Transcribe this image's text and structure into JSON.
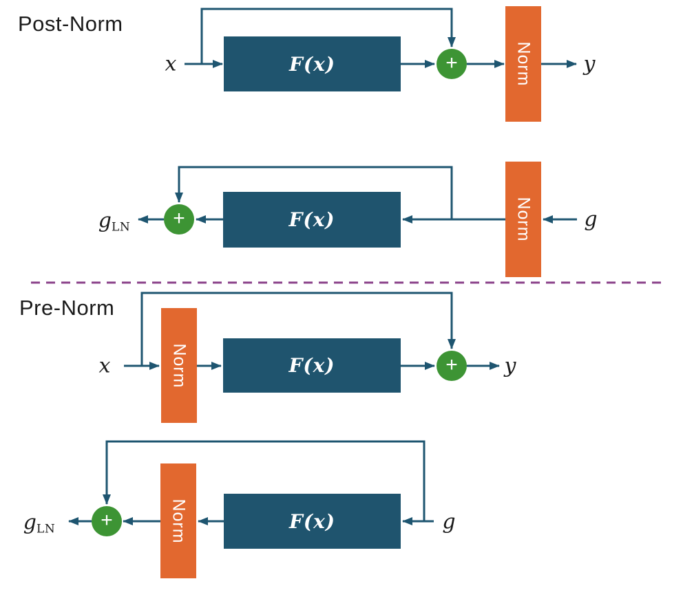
{
  "sections": {
    "post_norm": {
      "title": "Post-Norm"
    },
    "pre_norm": {
      "title": "Pre-Norm"
    }
  },
  "diagrams": {
    "post_forward": {
      "input": "x",
      "block": "F(x)",
      "plus": "+",
      "norm": "Norm",
      "output": "y"
    },
    "post_backward": {
      "input": "g",
      "norm": "Norm",
      "block": "F(x)",
      "plus": "+",
      "output_base": "g",
      "output_sub": "LN"
    },
    "pre_forward": {
      "input": "x",
      "norm": "Norm",
      "block": "F(x)",
      "plus": "+",
      "output": "y"
    },
    "pre_backward": {
      "input": "g",
      "block": "F(x)",
      "norm": "Norm",
      "plus": "+",
      "output_base": "g",
      "output_sub": "LN"
    }
  },
  "colors": {
    "block_fill": "#1F546E",
    "norm_fill": "#E2682F",
    "plus_fill": "#3D9434",
    "wire": "#1E5570",
    "divider": "#8A4189",
    "label_text": "#1A1A1A",
    "box_text": "#FFFFFF"
  }
}
